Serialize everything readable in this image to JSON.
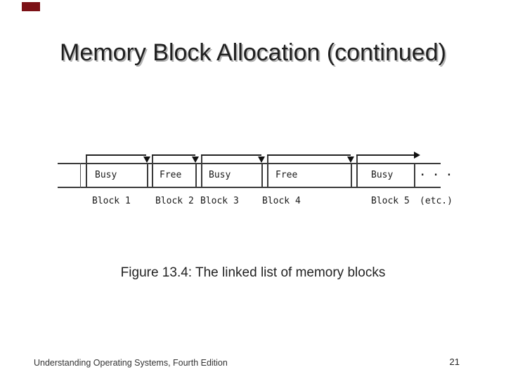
{
  "slide": {
    "title": "Memory Block Allocation (continued)",
    "caption": "Figure 13.4: The linked list of memory blocks",
    "footer": {
      "left": "Understanding Operating Systems, Fourth Edition",
      "page_number": "21"
    },
    "accent_color": "#7c1116"
  },
  "diagram": {
    "line_color": "#3a3a3a",
    "blocks": [
      {
        "status": "Busy",
        "label": "Block 1"
      },
      {
        "status": "Free",
        "label": "Block 2"
      },
      {
        "status": "Busy",
        "label": "Block 3"
      },
      {
        "status": "Free",
        "label": "Block 4"
      },
      {
        "status": "Busy",
        "label": "Block 5"
      }
    ],
    "ellipsis": ". . .",
    "etc_label": "(etc.)"
  }
}
